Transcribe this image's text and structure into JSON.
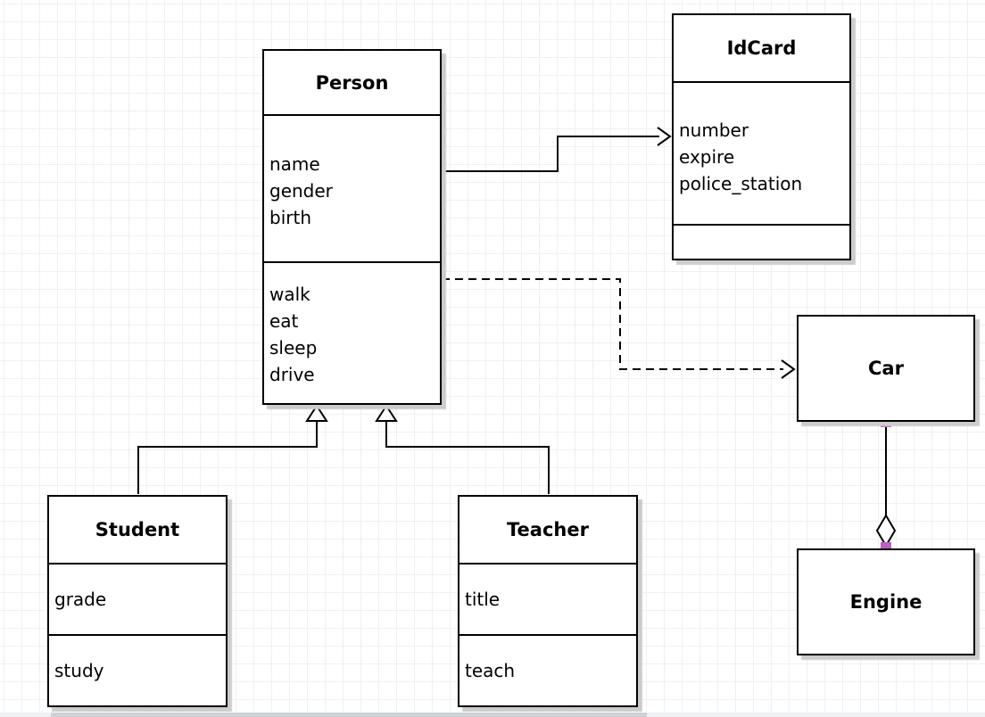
{
  "diagram": {
    "type": "uml-class-diagram",
    "classes": {
      "person": {
        "title": "Person",
        "attributes": [
          "name",
          "gender",
          "birth"
        ],
        "methods": [
          "walk",
          "eat",
          "sleep",
          "drive"
        ]
      },
      "idcard": {
        "title": "IdCard",
        "attributes": [
          "number",
          "expire",
          "police_station"
        ],
        "methods": []
      },
      "car": {
        "title": "Car",
        "attributes": [],
        "methods": []
      },
      "engine": {
        "title": "Engine",
        "attributes": [],
        "methods": []
      },
      "student": {
        "title": "Student",
        "attributes": [
          "grade"
        ],
        "methods": [
          "study"
        ]
      },
      "teacher": {
        "title": "Teacher",
        "attributes": [
          "title"
        ],
        "methods": [
          "teach"
        ]
      }
    },
    "relationships": [
      {
        "from": "Person",
        "to": "IdCard",
        "type": "association",
        "line": "solid",
        "arrow": "open"
      },
      {
        "from": "Person",
        "to": "Car",
        "type": "dependency",
        "line": "dashed",
        "arrow": "open"
      },
      {
        "from": "Student",
        "to": "Person",
        "type": "generalization",
        "line": "solid",
        "arrow": "hollow-triangle"
      },
      {
        "from": "Teacher",
        "to": "Person",
        "type": "generalization",
        "line": "solid",
        "arrow": "hollow-triangle"
      },
      {
        "from": "Car",
        "to": "Engine",
        "type": "aggregation",
        "line": "solid",
        "arrow": "hollow-diamond",
        "endpoint_handles": true
      }
    ],
    "colors": {
      "stroke": "#000000",
      "shape_fill": "#ffffff",
      "shadow": "#cccccc",
      "grid_line": "#f0f0f0",
      "endpoint_handle": "#ba62be",
      "background": "#ffffff"
    }
  }
}
